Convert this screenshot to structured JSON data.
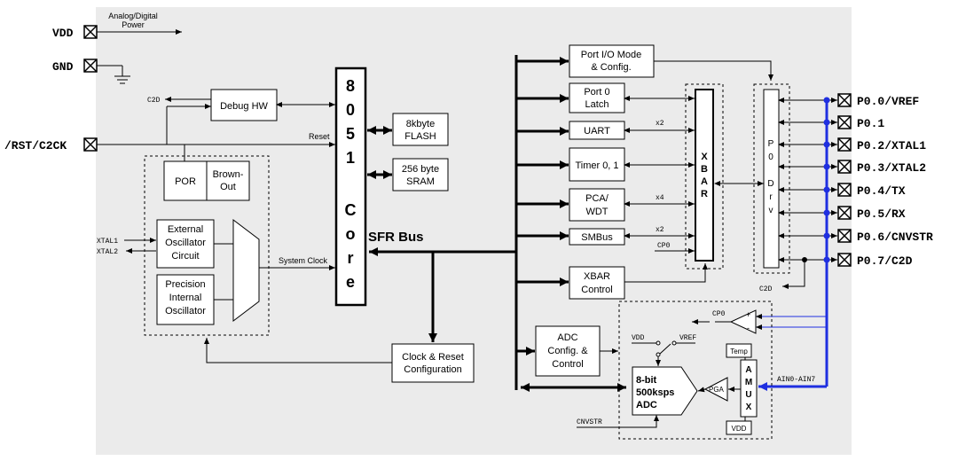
{
  "pins_left": {
    "vdd": "VDD",
    "gnd": "GND",
    "rst": "/RST/C2CK",
    "analog_digital_power": [
      "Analog/Digital",
      "Power"
    ]
  },
  "pins_right": [
    "P0.0/VREF",
    "P0.1",
    "P0.2/XTAL1",
    "P0.3/XTAL2",
    "P0.4/TX",
    "P0.5/RX",
    "P0.6/CNVSTR",
    "P0.7/C2D"
  ],
  "blocks": {
    "debug_hw": "Debug HW",
    "core_letters": [
      "8",
      "0",
      "5",
      "1",
      "C",
      "o",
      "r",
      "e"
    ],
    "flash": [
      "8kbyte",
      "FLASH"
    ],
    "sram": [
      "256 byte",
      "SRAM"
    ],
    "por": "POR",
    "brownout": [
      "Brown-",
      "Out"
    ],
    "ext_osc": [
      "External",
      "Oscillator",
      "Circuit"
    ],
    "int_osc": [
      "Precision",
      "Internal",
      "Oscillator"
    ],
    "clock_reset": [
      "Clock & Reset",
      "Configuration"
    ],
    "port_io_mode": [
      "Port I/O Mode",
      "& Config."
    ],
    "port0_latch": [
      "Port 0",
      "Latch"
    ],
    "uart": "UART",
    "timer": "Timer 0, 1",
    "pca": [
      "PCA/",
      "WDT"
    ],
    "smbus": "SMBus",
    "xbar_control": [
      "XBAR",
      "Control"
    ],
    "xbar_letters": [
      "X",
      "B",
      "A",
      "R"
    ],
    "p0drv_letters": [
      "P",
      "0",
      "",
      "D",
      "r",
      "v"
    ],
    "adc_config": [
      "ADC",
      "Config. &",
      "Control"
    ],
    "adc": [
      "8-bit",
      "500ksps",
      "ADC"
    ],
    "pga": "PGA",
    "amux_letters": [
      "A",
      "M",
      "U",
      "X"
    ],
    "temp": "Temp",
    "vdd_box": "VDD"
  },
  "labels": {
    "c2d_debug": "C2D",
    "reset": "Reset",
    "xtal1": "XTAL1",
    "xtal2": "XTAL2",
    "system_clock": "System Clock",
    "sfr_bus": "SFR Bus",
    "x2_a": "x2",
    "x4": "x4",
    "x2_b": "x2",
    "cp0_in": "CP0",
    "c2d_bottom": "C2D",
    "cp0_comp": "CP0",
    "comp_plus": "+",
    "comp_minus": "-",
    "vdd_adc": "VDD",
    "vref_adc": "VREF",
    "ain": "AIN0-AIN7",
    "cnvstr": "CNVSTR"
  },
  "colors": {
    "bg": "#ebebeb",
    "box": "#ffffff",
    "line": "#000000",
    "blue": "#1f2fe0"
  }
}
